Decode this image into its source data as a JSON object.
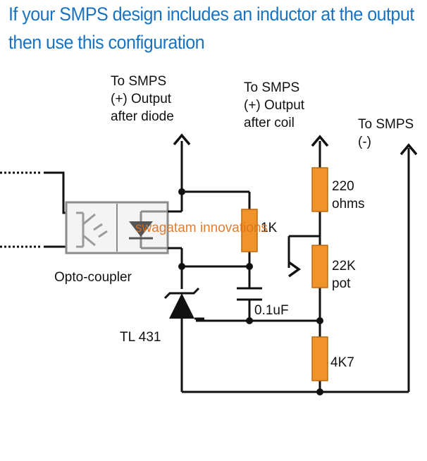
{
  "heading": {
    "line1": "If your SMPS design includes an inductor at the output",
    "line2": "then use this configuration"
  },
  "labels": {
    "smps_after_diode": [
      "To SMPS",
      "(+) Output",
      "after diode"
    ],
    "smps_after_coil": [
      "To SMPS",
      "(+) Output",
      "after coil"
    ],
    "smps_negative": [
      "To SMPS",
      "(-)"
    ],
    "r_220": [
      "220",
      "ohms"
    ],
    "r_1k": "1K",
    "pot_22k": [
      "22K",
      "pot"
    ],
    "r_4k7": "4K7",
    "cap": "0.1uF",
    "opto": "Opto-coupler",
    "tl431": "TL 431"
  },
  "watermark": "swagatam innovations",
  "colors": {
    "heading": "#1a73c1",
    "wire": "#111111",
    "resistor_fill": "#f0932a",
    "resistor_stroke": "#b86a10",
    "opto_box": "#888888",
    "watermark": "#e0701a"
  }
}
